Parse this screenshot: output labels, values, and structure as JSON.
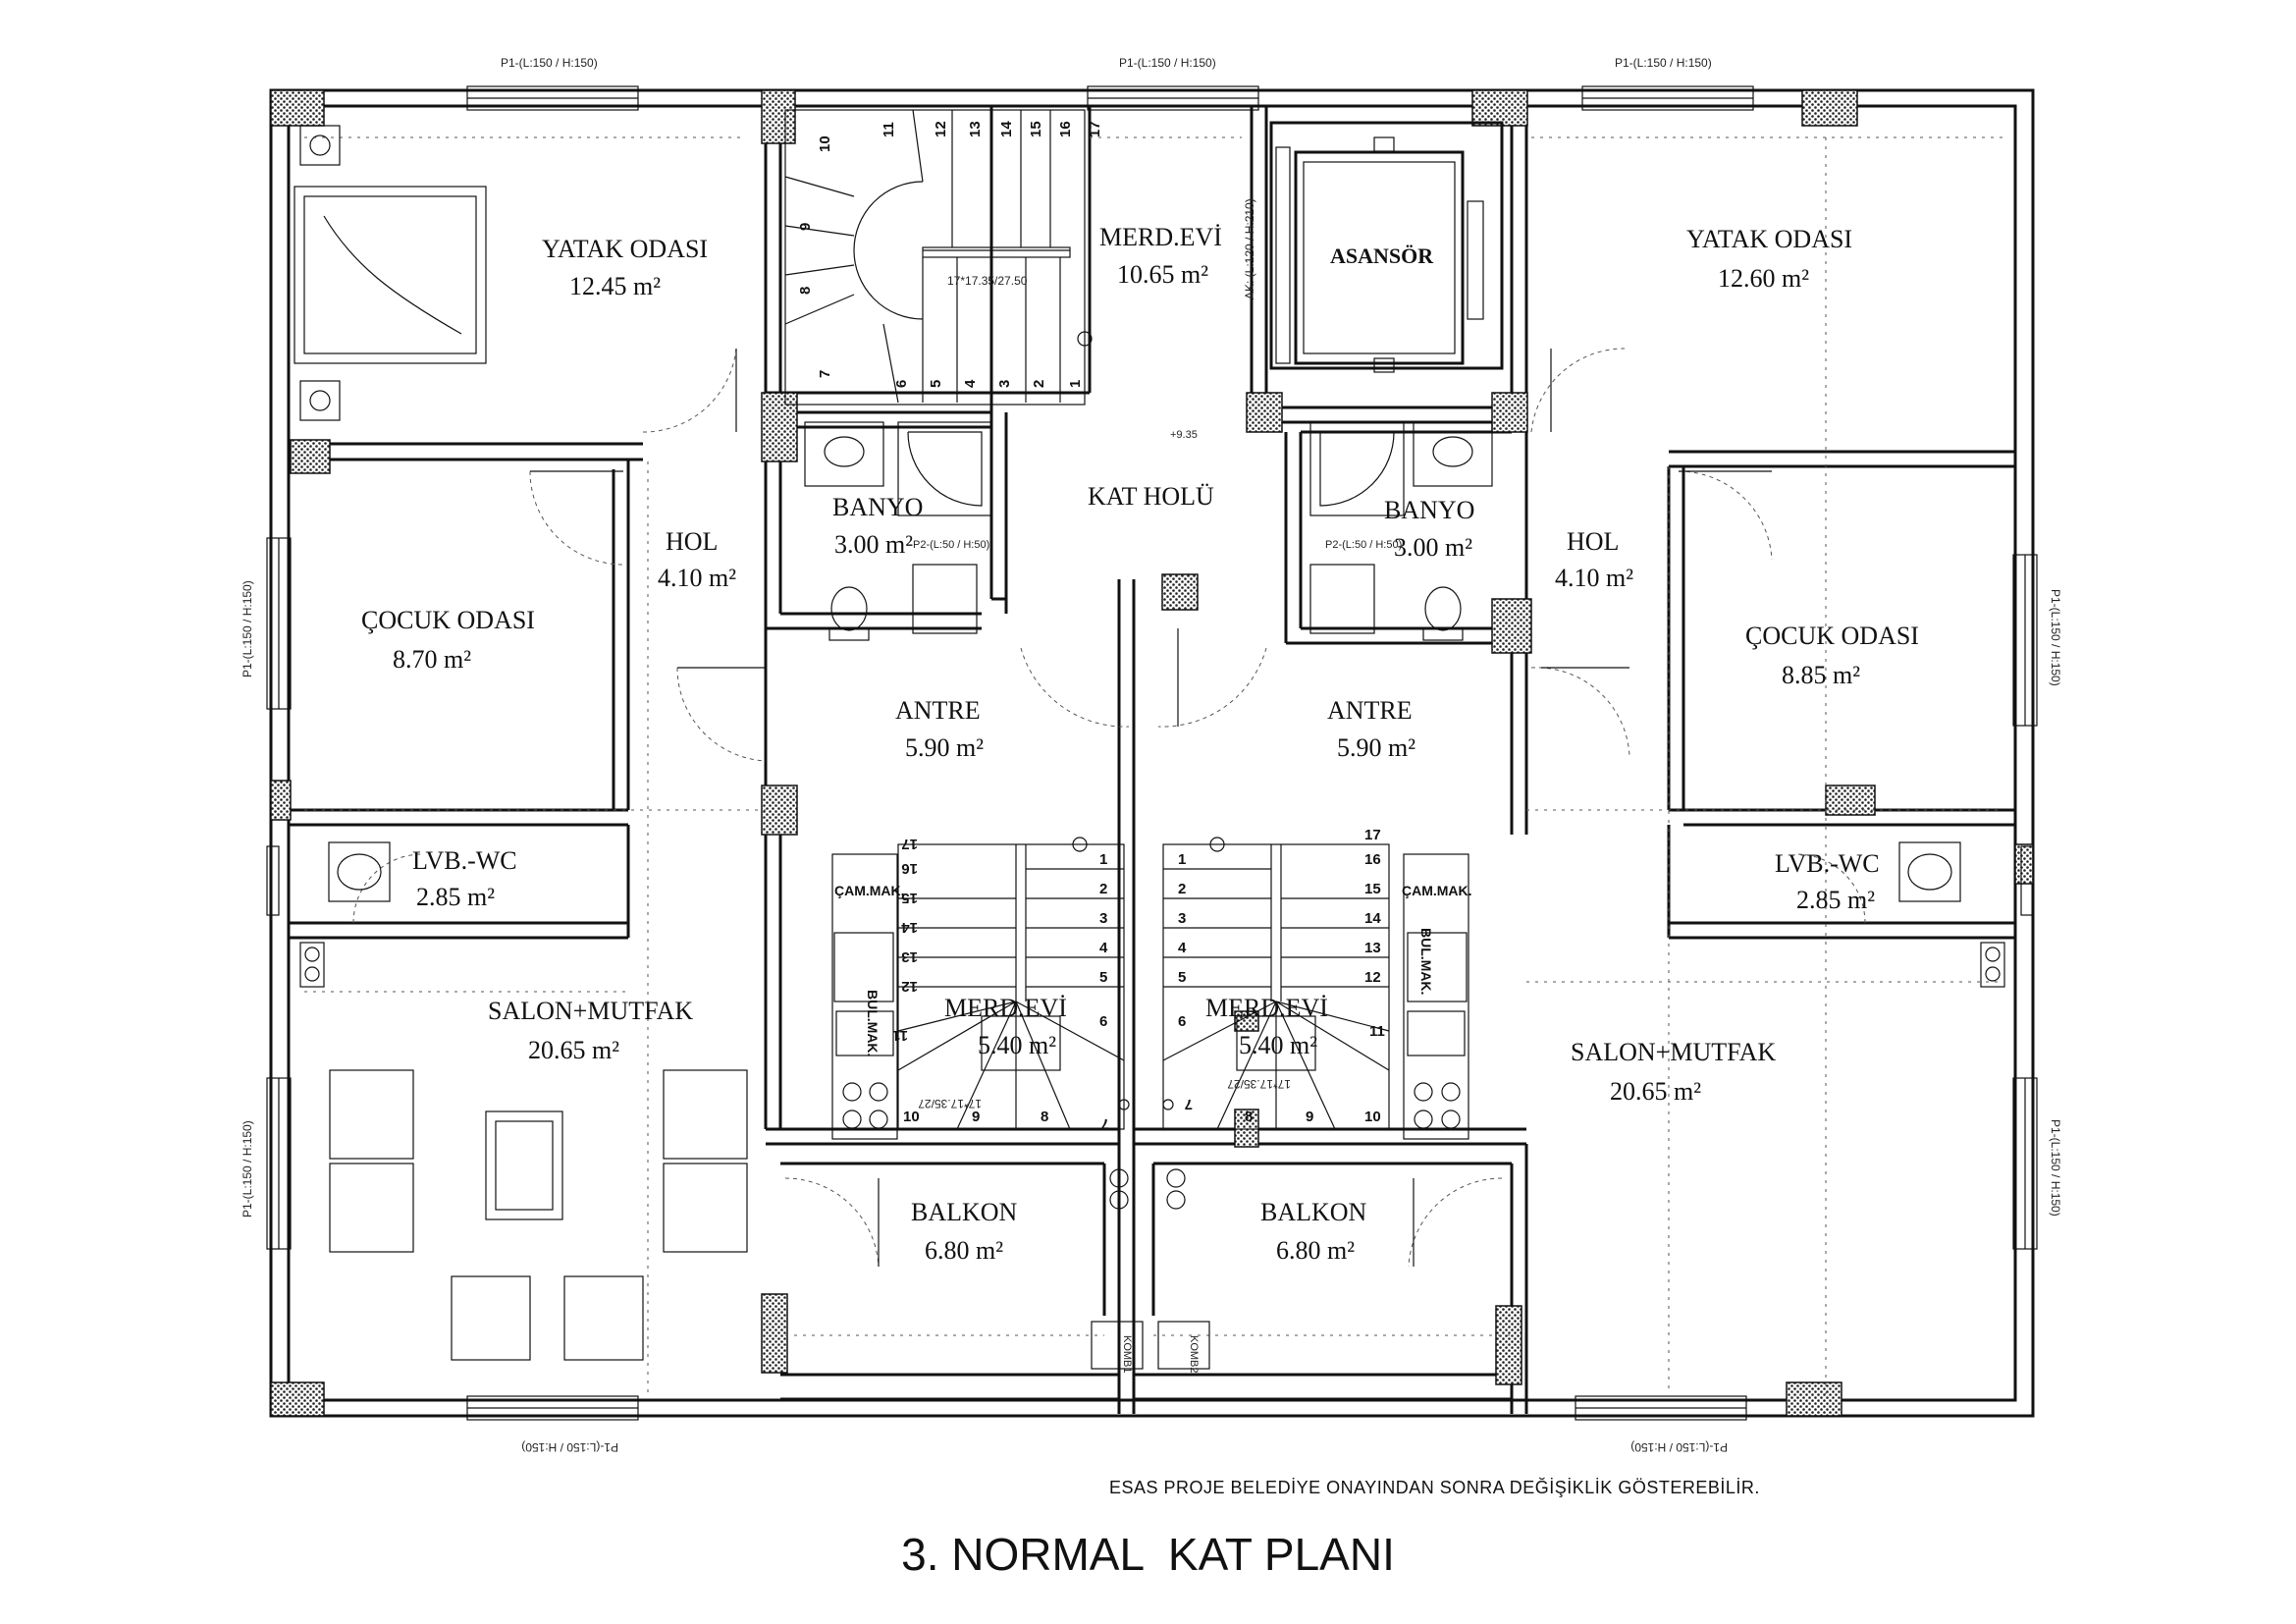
{
  "title": "3. NORMAL  KAT PLANI",
  "note": "ESAS PROJE BELEDİYE ONAYINDAN SONRA DEĞİŞİKLİK GÖSTEREBİLİR.",
  "rooms": [
    {
      "name": "YATAK ODASI",
      "area": "12.45 m²"
    },
    {
      "name": "MERD.EVİ",
      "area": "10.65 m²"
    },
    {
      "name": "ASANSÖR",
      "area": ""
    },
    {
      "name": "YATAK ODASI",
      "area": "12.60 m²"
    },
    {
      "name": "HOL",
      "area": "4.10 m²"
    },
    {
      "name": "BANYO",
      "area": "3.00 m²"
    },
    {
      "name": "KAT HOLÜ",
      "area": ""
    },
    {
      "name": "BANYO",
      "area": "3.00 m²"
    },
    {
      "name": "HOL",
      "area": "4.10 m²"
    },
    {
      "name": "ÇOCUK ODASI",
      "area": "8.70 m²"
    },
    {
      "name": "ÇOCUK ODASI",
      "area": "8.85 m²"
    },
    {
      "name": "ANTRE",
      "area": "5.90 m²"
    },
    {
      "name": "ANTRE",
      "area": "5.90 m²"
    },
    {
      "name": "LVB.-WC",
      "area": "2.85 m²"
    },
    {
      "name": "LVB.-WC",
      "area": "2.85 m²"
    },
    {
      "name": "SALON+MUTFAK",
      "area": "20.65 m²"
    },
    {
      "name": "SALON+MUTFAK",
      "area": "20.65 m²"
    },
    {
      "name": "MERD.EVİ",
      "area": "5.40 m²"
    },
    {
      "name": "MERD.EVİ",
      "area": "5.40 m²"
    },
    {
      "name": "BALKON",
      "area": "6.80 m²"
    },
    {
      "name": "BALKON",
      "area": "6.80 m²"
    }
  ],
  "windows": {
    "top": [
      "P1-(L:150 / H:150)",
      "P1-(L:150 / H:150)",
      "P1-(L:150 / H:150)"
    ],
    "left": [
      "P1-(L:150 / H:150)",
      "P1-(L:150 / H:150)"
    ],
    "right": [
      "P1-(L:150 / H:150)",
      "P1-(L:150 / H:150)"
    ],
    "bottom": [
      "P1-(L:150 / H:150)",
      "P1-(L:150 / H:150)"
    ]
  },
  "fixtures": {
    "elevator_door": "AK: (L:120 / H:210)",
    "stair_spec": "17*17.35/27.50",
    "stair_spec_small": "17*17.35/27",
    "level": "+9.35",
    "bathroom_window": "P2-(L:50 / H:50)",
    "washing_machine": "ÇAM.MAK.",
    "dishwasher": "BUL.MAK.",
    "boiler_1": "KOMB1",
    "boiler_2": "KOMB2",
    "top_stairs_steps": [
      "1",
      "2",
      "3",
      "4",
      "5",
      "6",
      "7",
      "8",
      "9",
      "10",
      "11",
      "12",
      "13",
      "14",
      "15",
      "16",
      "17"
    ],
    "left_stairs_steps": [
      "1",
      "2",
      "3",
      "4",
      "5",
      "6",
      "7",
      "8",
      "9",
      "10",
      "11",
      "12",
      "13",
      "14",
      "15",
      "16",
      "17"
    ],
    "right_stairs_steps": [
      "1",
      "2",
      "3",
      "4",
      "5",
      "6",
      "7",
      "8",
      "9",
      "10",
      "11",
      "12",
      "13",
      "14",
      "15",
      "16",
      "17"
    ]
  },
  "colors": {
    "ink": "#111111",
    "hatch": "#333333",
    "background": "#ffffff"
  }
}
